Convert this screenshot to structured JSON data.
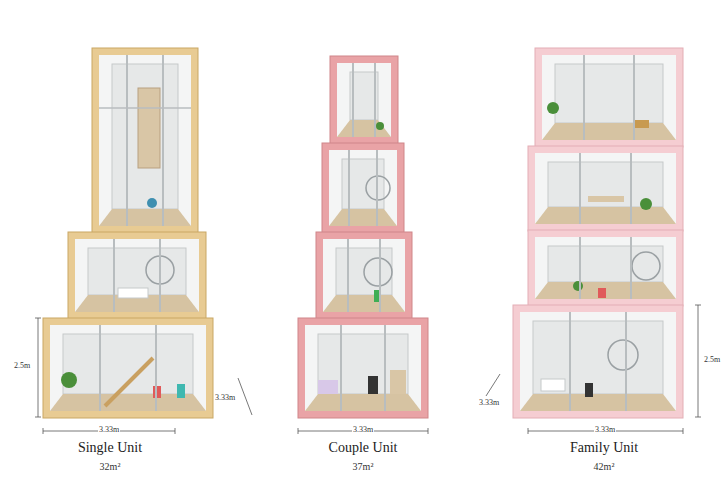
{
  "diagram": {
    "labels": [
      "2.5m",
      "3.33m",
      "3.33m",
      "Single Unit",
      "32m²",
      "3.33m",
      "Couple Unit",
      "37m²",
      "3.33m",
      "3.33m",
      "2.5m",
      "Family Unit",
      "42m²"
    ]
  }
}
